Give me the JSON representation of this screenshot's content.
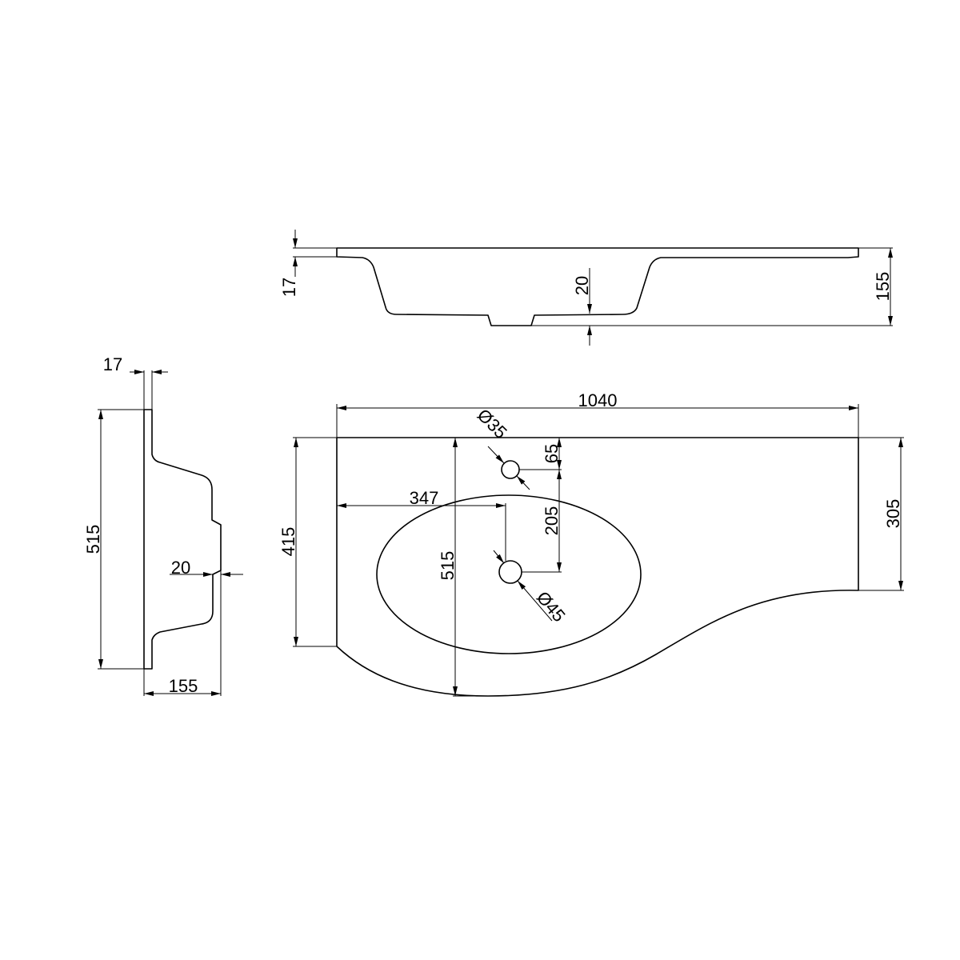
{
  "drawing": {
    "side_view": {
      "thickness": "17",
      "bowl_offset": "20",
      "total_height": "155"
    },
    "end_view": {
      "thickness": "17",
      "depth": "515",
      "drain_offset": "20",
      "height": "155"
    },
    "top_view": {
      "width": "1040",
      "tap_hole_diameter": "Ø35",
      "tap_hole_from_back": "65",
      "bowl_offset_from_left": "347",
      "tap_to_drain": "205",
      "left_depth": "415",
      "max_depth": "515",
      "right_depth": "305",
      "drain_diameter": "Ø45"
    }
  }
}
